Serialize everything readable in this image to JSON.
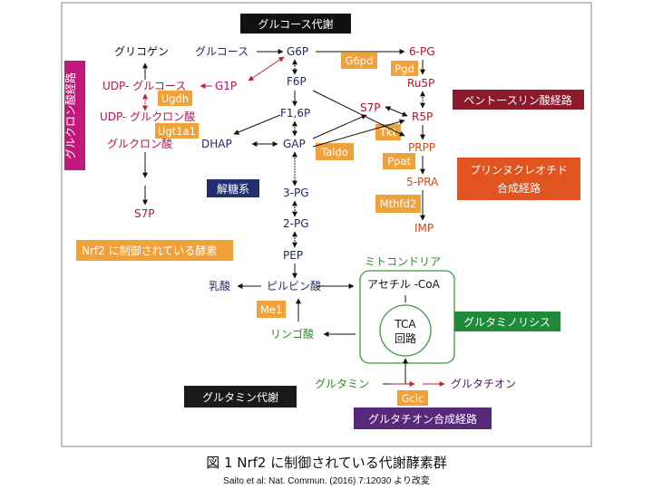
{
  "title": "グルコース代謝",
  "caption": "図 1 Nrf2 に制御されている代謝酵素群",
  "credit": "Saito et al: Nat. Commun. (2016) 7:12030 より改変",
  "colors": {
    "navy": "#1f2a5c",
    "magenta": "#b0135d",
    "red": "#b5162a",
    "orange_text": "#cf4a1a",
    "green": "#2e8b2e",
    "enzyme_box": "#f0a23a",
    "pentose_box": "#8b1a2b",
    "purine_box": "#e0541f",
    "glycolysis_box": "#233070",
    "glutamine_box": "#1a1a1a",
    "glutaminolysis_box": "#1f8a3a",
    "glutathione_box": "#5a2a7a",
    "glucuronic_box": "#c2187a"
  },
  "metabolites": {
    "glycogen": "グリコゲン",
    "glucose": "グルコース",
    "g6p": "G6P",
    "f6p": "F6P",
    "f16p": "F1,6P",
    "dhap": "DHAP",
    "gap": "GAP",
    "pg3": "3-PG",
    "pg2": "2-PG",
    "pep": "PEP",
    "pyruvate": "ピルビン酸",
    "lactate": "乳酸",
    "g1p": "G1P",
    "udp_glucose": "UDP- グルコース",
    "udp_glucuronic": "UDP- グルクロン酸",
    "glucuronic": "グルクロン酸",
    "s7p_left": "S7P",
    "pg6": "6-PG",
    "ru5p": "Ru5P",
    "r5p": "R5P",
    "s7p_right": "S7P",
    "prpp": "PRPP",
    "pra5": "5-PRA",
    "imp": "IMP",
    "acetyl_coa": "アセチル -CoA",
    "tca": "TCA",
    "tca2": "回路",
    "malate": "リンゴ酸",
    "glutamine": "グルタミン",
    "glutathione": "グルタチオン"
  },
  "enzymes": {
    "g6pd": "G6pd",
    "pgd": "Pgd",
    "ugdh": "Ugdh",
    "ugt1a1": "Ugt1a1",
    "taldo": "Taldo",
    "tkt": "Tkt",
    "ppat": "Ppat",
    "mthfd2": "Mthfd2",
    "me1": "Me1",
    "gclc": "Gclc"
  },
  "pathways": {
    "glucuronic": "グルクロン酸経路",
    "pentose": "ペントースリン酸経路",
    "purine_line1": "プリンヌクレオチド",
    "purine_line2": "合成経路",
    "glycolysis": "解糖系",
    "mitochondria": "ミトコンドリア",
    "glutaminolysis": "グルタミノリシス",
    "glutamine": "グルタミン代謝",
    "glutathione": "グルタチオン合成経路",
    "legend": "Nrf2 に制御されている酵素"
  }
}
